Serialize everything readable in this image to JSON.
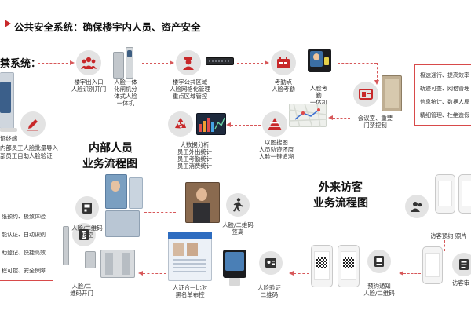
{
  "header": {
    "title": "公共安全系统：确保楼宇内人员、资产安全"
  },
  "section_label": "禁系统：",
  "headings": {
    "internal": [
      "内部人员",
      "业务流程图"
    ],
    "visitor": [
      "外来访客",
      "业务流程图"
    ]
  },
  "top_flow": {
    "step1": [
      "楼宇出入口",
      "人脸识别开门"
    ],
    "step2": [
      "人脸一体",
      "化闸机分",
      "体式人脸",
      "一体机"
    ],
    "step3": [
      "楼宇公共区域",
      "人脸网格化管理",
      "重点区域管控"
    ],
    "step4": [
      "考勤点",
      "人脸考勤"
    ],
    "step5": [
      "人脸考",
      "勤",
      "一体机"
    ]
  },
  "middle_flow": {
    "control": [
      "会议室、重要",
      "门禁控制"
    ],
    "map": [
      "以图搜图",
      "人员轨迹还原",
      "人脸一键追溯"
    ],
    "stats": [
      "大数据分析",
      "员工外出统计",
      "员工考勤统计",
      "员工消费统计"
    ],
    "terminal": "证终端",
    "import": [
      "内部员工人脸批量导入",
      "部员工自助人脸验证"
    ]
  },
  "feature_box": {
    "lines": [
      "极速通行、提高效率",
      "轨迹可查、网格管理",
      "信息统计、数据人局",
      "精细管理、杜绝造假"
    ]
  },
  "left_box": {
    "lines": [
      "纸预约、极致体验",
      "能认证、自动识别",
      "助登记、快捷高效",
      "程可控、安全保障"
    ]
  },
  "visitor_flow": {
    "qr_control": [
      "人脸/二维码",
      "核控"
    ],
    "checkout": [
      "人脸/二维码",
      "签离"
    ],
    "gate": [
      "人脸/二",
      "维码开门"
    ],
    "compare": [
      "人证合一比对",
      "黑名单布控"
    ],
    "verify": [
      "人脸验证",
      "二维码"
    ],
    "notify": [
      "预约通知",
      "人脸/二维码"
    ],
    "visitor_appt": "访客预约  照片",
    "visitor_review": "访客审"
  },
  "colors": {
    "accent": "#d7585a",
    "header_red": "#c8282a",
    "icon_bg": "#e3e3e3"
  }
}
